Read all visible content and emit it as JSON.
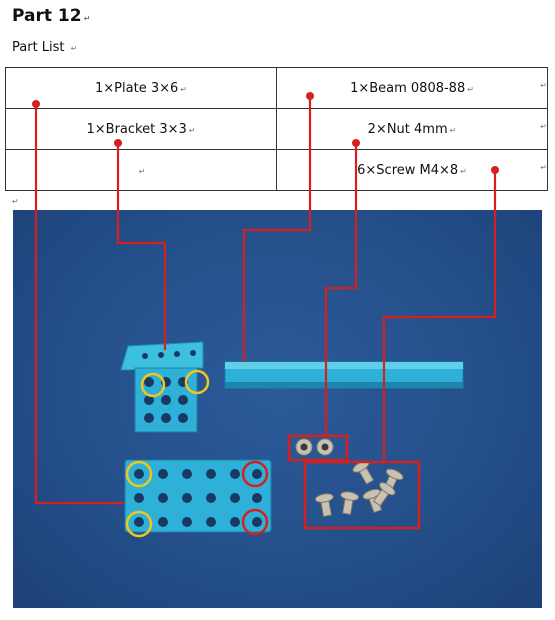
{
  "heading": {
    "title": "Part 12",
    "subtitle": "Part List"
  },
  "para_mark": "↵",
  "parts": [
    {
      "label": "1×Plate 3×6",
      "color": "#d61f1f"
    },
    {
      "label": "1×Beam 0808-88",
      "color": "#d61f1f"
    },
    {
      "label": "1×Bracket 3×3",
      "color": "#d61f1f"
    },
    {
      "label": "2×Nut 4mm",
      "color": "#d61f1f"
    },
    {
      "label": "",
      "color": "#d61f1f"
    },
    {
      "label": "6×Screw M4×8",
      "color": "#d61f1f"
    }
  ],
  "colors": {
    "leader_line": "#d61f1f",
    "ring_yellow": "#f2c61a",
    "ring_red": "#d61f1f",
    "part_aluminum": "#2fb0d8",
    "screw": "#c9c2b2"
  }
}
